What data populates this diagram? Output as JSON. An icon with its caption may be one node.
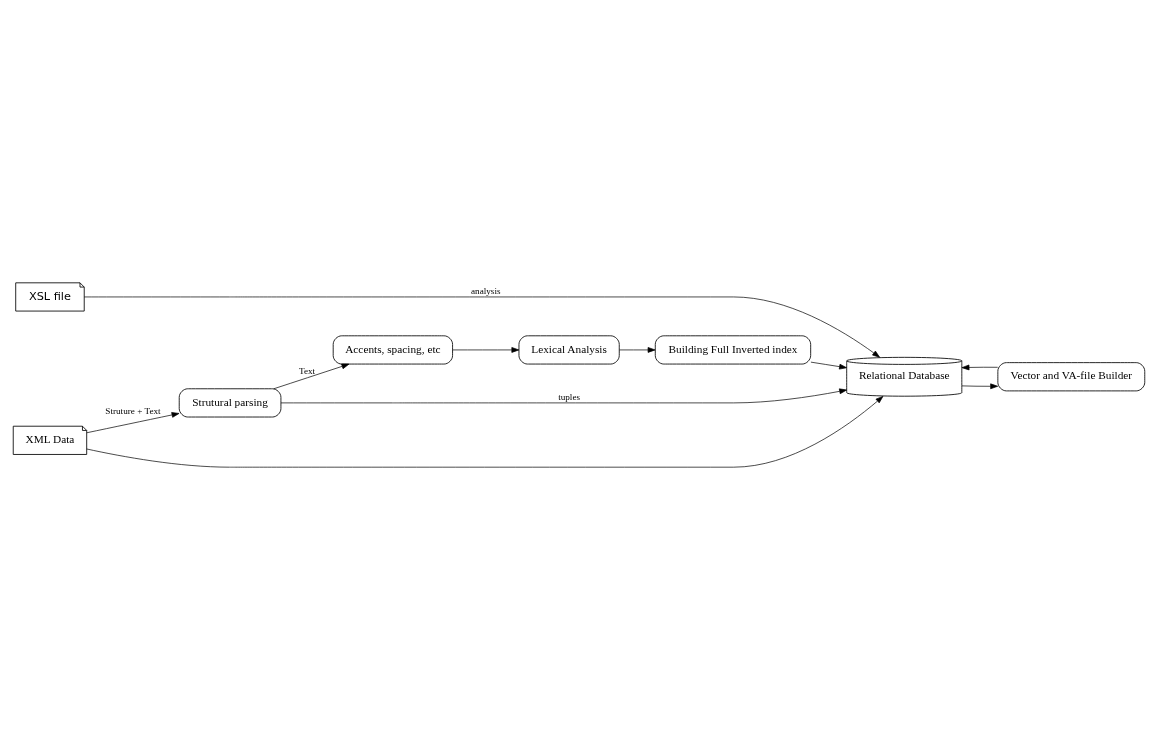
{
  "diagram": {
    "nodes": [
      {
        "text": [
          "XSL file"
        ]
      },
      {
        "text": [
          "XML Data"
        ]
      },
      {
        "text": [
          "Strutural parsing"
        ]
      },
      {
        "text": [
          "Accents, spacing, etc"
        ]
      },
      {
        "text": [
          "Lexical Analysis"
        ]
      },
      {
        "text": [
          "Building Full Inverted index"
        ]
      },
      {
        "text": [
          "Vector and VA-file Builder"
        ]
      },
      {
        "text": [
          "Relational Database"
        ]
      }
    ],
    "edges": [
      {
        "from": 0,
        "to": 7,
        "arrow": "to",
        "label": "analysis"
      },
      {
        "from": 1,
        "to": 7,
        "arrow": "to"
      },
      {
        "from": 1,
        "to": 2,
        "arrow": "to",
        "label": "Struture + Text"
      },
      {
        "from": 2,
        "to": 7,
        "arrow": "to",
        "label": "tuples"
      },
      {
        "from": 2,
        "to": 3,
        "arrow": "to",
        "label": "Text"
      },
      {
        "from": 3,
        "to": 4,
        "arrow": "to"
      },
      {
        "from": 4,
        "to": 5,
        "arrow": "to"
      },
      {
        "from": 5,
        "to": 7,
        "arrow": "to"
      },
      {
        "from": 7,
        "to": 6,
        "arrow": "to"
      },
      {
        "from": 6,
        "to": 7,
        "arrow": "to"
      }
    ]
  }
}
